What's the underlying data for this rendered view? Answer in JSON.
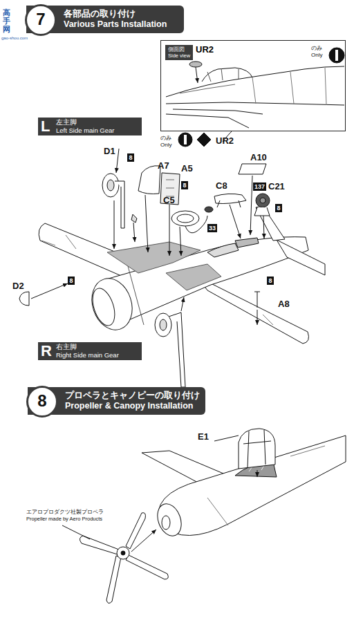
{
  "diagram": {
    "nodes": [
      {
        "text": [
          "7",
          "各部品の取り付け",
          "Various Parts Installation"
        ]
      },
      {
        "text": [
          "UR2"
        ]
      },
      {
        "text": [
          "側面図",
          "Side view"
        ],
        "in": 1
      },
      {
        "text": [
          "L",
          "左主脚",
          "Left Side main Gear"
        ]
      },
      {
        "text": [
          "8"
        ]
      },
      {
        "text": [
          "8"
        ]
      },
      {
        "text": [
          "33"
        ]
      },
      {
        "text": [
          "137"
        ]
      },
      {
        "text": [
          "8"
        ]
      },
      {
        "text": [
          "8"
        ]
      },
      {
        "text": [
          "8"
        ]
      },
      {
        "text": [
          "R",
          "右主脚",
          "Right Side main Gear"
        ]
      },
      {
        "text": [
          "8",
          "プロペラとキャノピーの取り付け",
          "Propeller & Canopy Installation"
        ]
      }
    ],
    "labels": [
      "高手网",
      "gao-shou.com",
      "のみ",
      "Only",
      "のみ",
      "Only",
      "UR2",
      "D1",
      "A7",
      "A5",
      "A10",
      "C8",
      "C21",
      "C5",
      "D2",
      "A8",
      "E1",
      "エアロプロダクツ社製プロペラ",
      "Propeller made by Aero Products"
    ]
  }
}
